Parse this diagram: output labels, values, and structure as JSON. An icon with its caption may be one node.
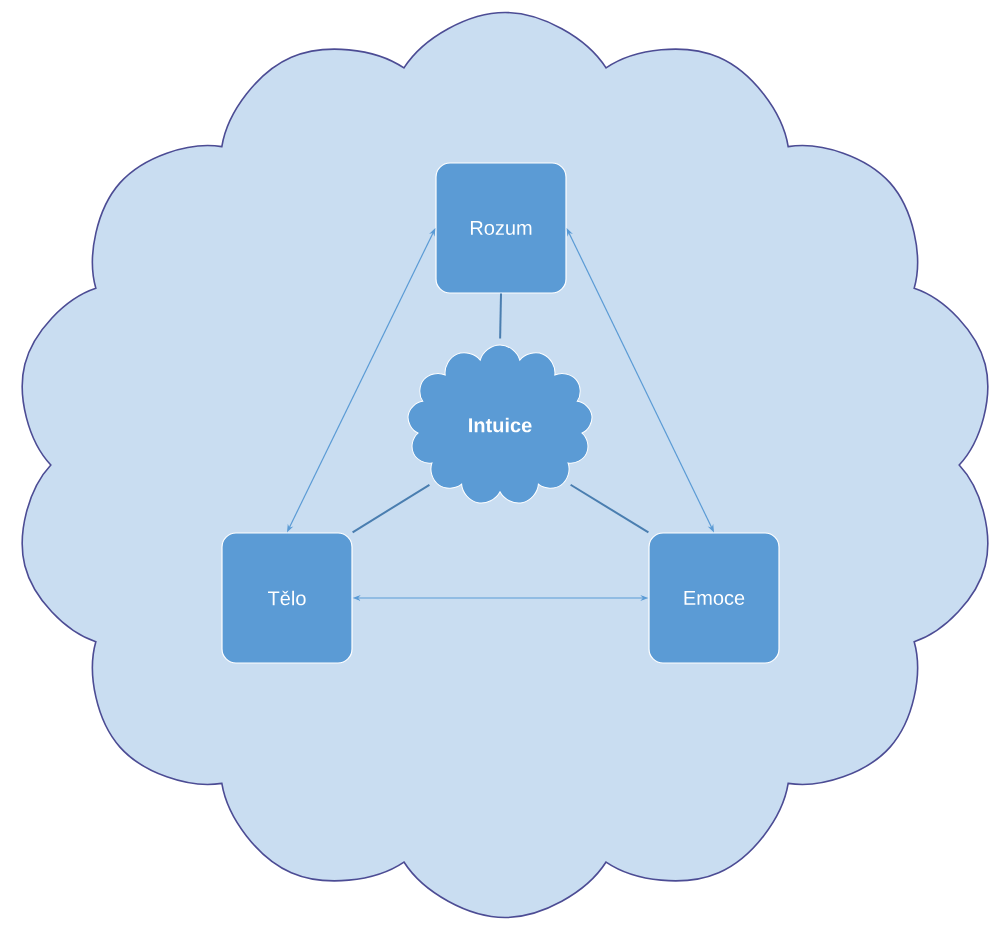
{
  "diagram": {
    "nodes": [
      {
        "text": [],
        "shape": "cloud"
      },
      {
        "text": [
          "Rozum"
        ],
        "in": 0
      },
      {
        "text": [
          "Intuice"
        ],
        "in": 0
      },
      {
        "text": [
          "Tělo"
        ],
        "in": 0
      },
      {
        "text": [
          "Emoce"
        ],
        "in": 0
      }
    ],
    "edges": [
      {
        "from": 1,
        "to": 3,
        "arrow": "both"
      },
      {
        "from": 1,
        "to": 4,
        "arrow": "both"
      },
      {
        "from": 3,
        "to": 4,
        "arrow": "both"
      },
      {
        "from": 2,
        "to": 1,
        "arrow": "none"
      },
      {
        "from": 2,
        "to": 3,
        "arrow": "none"
      },
      {
        "from": 2,
        "to": 4,
        "arrow": "none"
      }
    ]
  }
}
